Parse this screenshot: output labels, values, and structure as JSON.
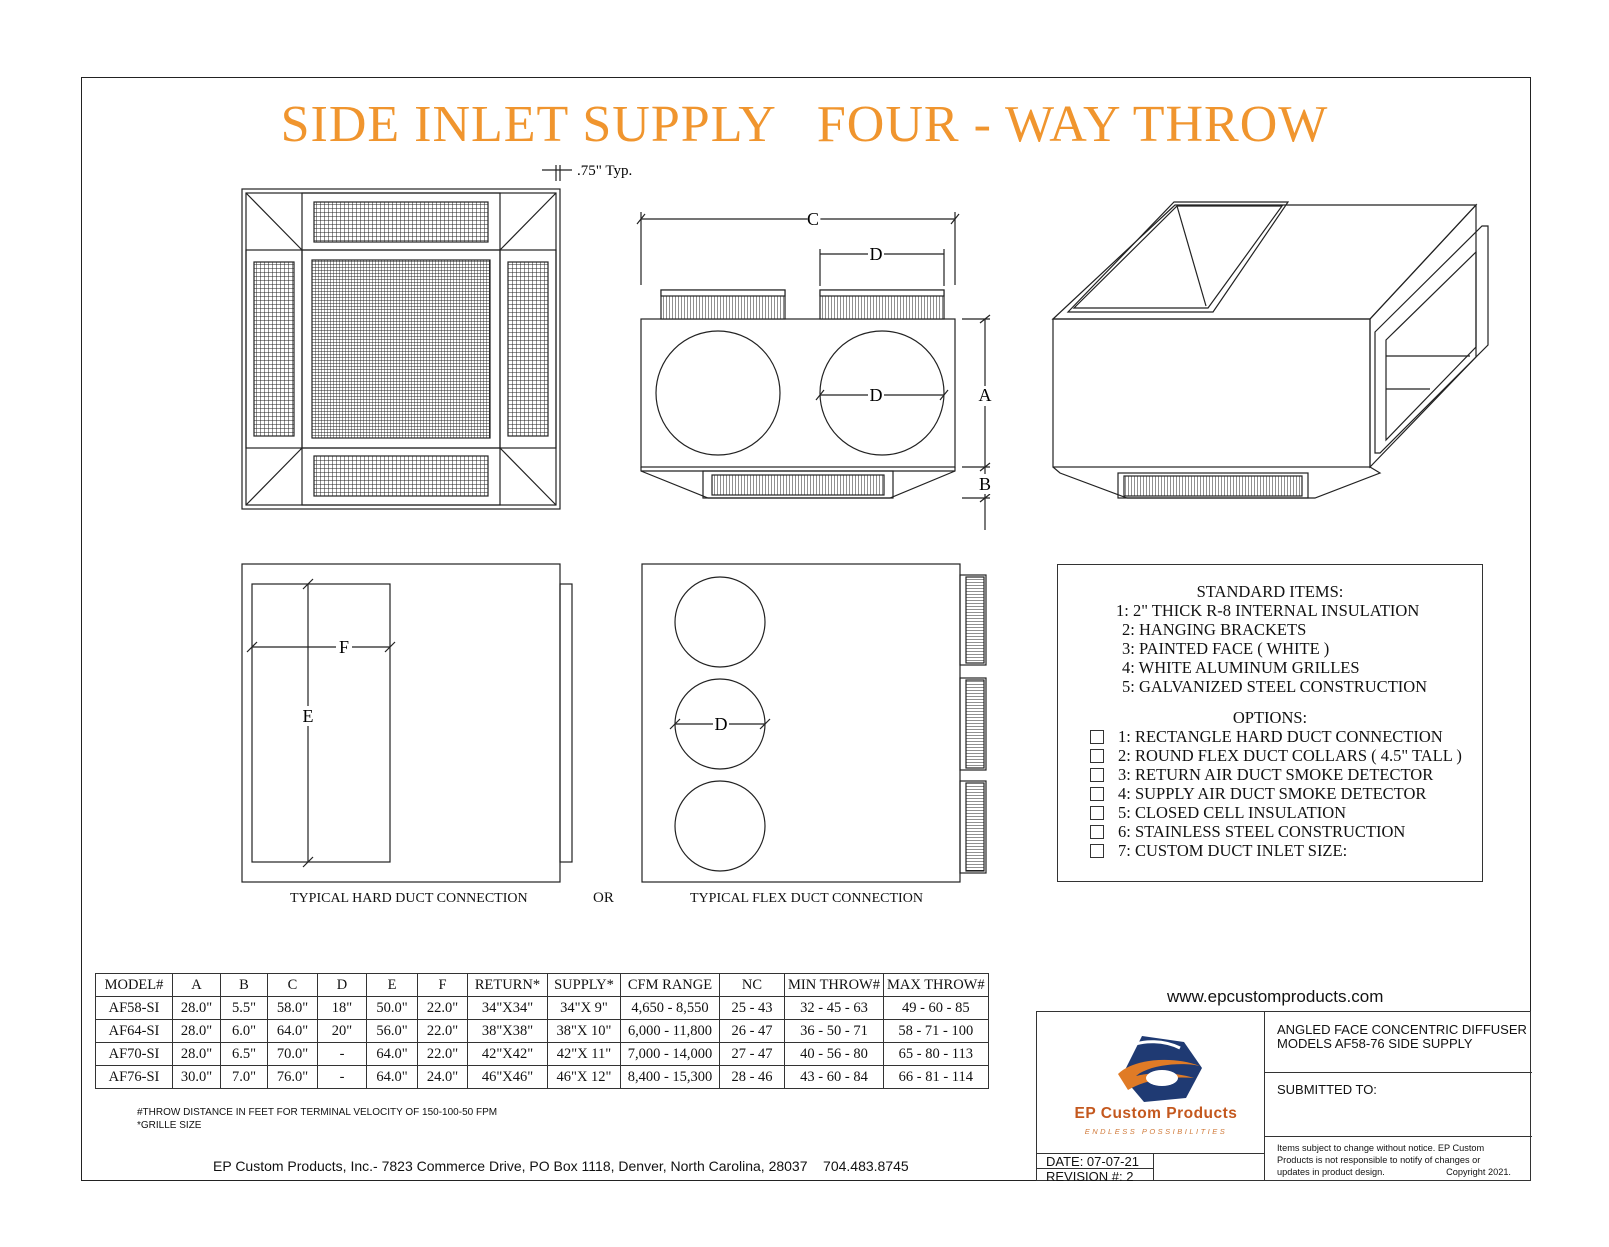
{
  "title": "SIDE INLET SUPPLY   FOUR - WAY THROW",
  "dims": {
    "typ": ".75\" Typ.",
    "c": "C",
    "d": "D",
    "a": "A",
    "b": "B",
    "e": "E",
    "f": "F"
  },
  "captions": {
    "hard": "TYPICAL HARD DUCT CONNECTION",
    "or": "OR",
    "flex": "TYPICAL FLEX DUCT CONNECTION"
  },
  "standard": {
    "header": "STANDARD ITEMS:",
    "items": [
      "1: 2\" THICK R-8 INTERNAL INSULATION",
      "2: HANGING BRACKETS",
      "3: PAINTED FACE ( WHITE )",
      "4: WHITE ALUMINUM GRILLES",
      "5: GALVANIZED STEEL CONSTRUCTION"
    ]
  },
  "options": {
    "header": "OPTIONS:",
    "items": [
      "1: RECTANGLE HARD DUCT CONNECTION",
      "2: ROUND FLEX DUCT COLLARS ( 4.5\" TALL )",
      "3: RETURN AIR DUCT SMOKE DETECTOR",
      "4: SUPPLY AIR DUCT SMOKE DETECTOR",
      "5: CLOSED CELL INSULATION",
      "6: STAINLESS STEEL CONSTRUCTION",
      "7: CUSTOM DUCT INLET SIZE:"
    ]
  },
  "table": {
    "headers": [
      "MODEL#",
      "A",
      "B",
      "C",
      "D",
      "E",
      "F",
      "RETURN*",
      "SUPPLY*",
      "CFM RANGE",
      "NC",
      "MIN THROW#",
      "MAX THROW#"
    ],
    "rows": [
      [
        "AF58-SI",
        "28.0\"",
        "5.5\"",
        "58.0\"",
        "18\"",
        "50.0\"",
        "22.0\"",
        "34\"X34\"",
        "34\"X 9\"",
        "4,650 - 8,550",
        "25 - 43",
        "32 - 45 - 63",
        "49 - 60 - 85"
      ],
      [
        "AF64-SI",
        "28.0\"",
        "6.0\"",
        "64.0\"",
        "20\"",
        "56.0\"",
        "22.0\"",
        "38\"X38\"",
        "38\"X 10\"",
        "6,000 - 11,800",
        "26 - 47",
        "36 - 50 - 71",
        "58 - 71 - 100"
      ],
      [
        "AF70-SI",
        "28.0\"",
        "6.5\"",
        "70.0\"",
        "-",
        "64.0\"",
        "22.0\"",
        "42\"X42\"",
        "42\"X 11\"",
        "7,000 - 14,000",
        "27 - 47",
        "40 - 56 - 80",
        "65 - 80 - 113"
      ],
      [
        "AF76-SI",
        "30.0\"",
        "7.0\"",
        "76.0\"",
        "-",
        "64.0\"",
        "24.0\"",
        "46\"X46\"",
        "46\"X 12\"",
        "8,400 - 15,300",
        "28 - 46",
        "43 - 60 - 84",
        "66 - 81 - 114"
      ]
    ]
  },
  "notes": {
    "throw": "#THROW DISTANCE IN FEET FOR TERMINAL VELOCITY OF 150-100-50 FPM",
    "grille": "*GRILLE SIZE"
  },
  "footer": "EP Custom Products, Inc.- 7823 Commerce Drive, PO Box 1118, Denver, North Carolina, 28037    704.483.8745",
  "website": "www.epcustomproducts.com",
  "titleblock": {
    "brand": "EP Custom Products",
    "tagline": "ENDLESS POSSIBILITIES",
    "desc1": "ANGLED FACE CONCENTRIC DIFFUSER",
    "desc2": "MODELS  AF58-76 SIDE SUPPLY",
    "submitted": "SUBMITTED TO:",
    "date": "DATE: 07-07-21",
    "revision": "REVISION #:  2",
    "disclaimer1": "Items subject to change without notice. EP Custom",
    "disclaimer2": "Products is not responsible to notify of changes or",
    "disclaimer3": "updates in product design.",
    "copyright": "Copyright 2021."
  },
  "colors": {
    "title": "#f0952e",
    "brand": "#c4581e",
    "logo_blue": "#1f3a73",
    "logo_orange": "#e07b26"
  }
}
